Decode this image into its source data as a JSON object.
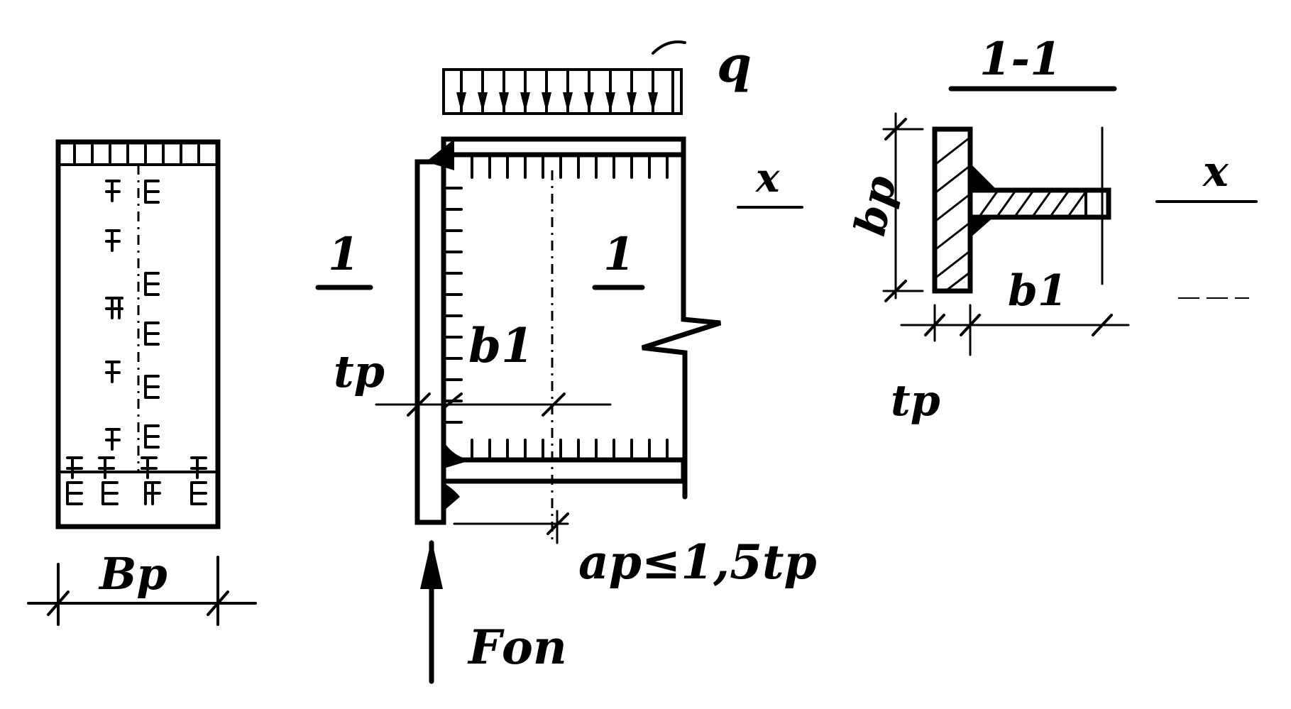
{
  "labels": {
    "plan_width": "Bp",
    "load": "q",
    "cut_left": "1",
    "cut_right": "1",
    "section_title": "1-1",
    "thickness_left": "tp",
    "width_b1_left": "b1",
    "overhang": "ap≤1,5tp",
    "support_force": "Fоп",
    "axis_left": "x",
    "axis_right": "x",
    "section_bp": "bp",
    "section_b1": "b1",
    "section_tp": "tp"
  }
}
